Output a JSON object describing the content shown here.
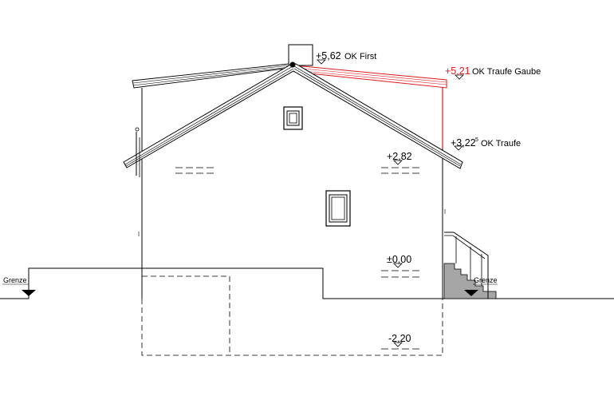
{
  "elevation_labels": {
    "ridge": {
      "value": "+5,62",
      "note": "OK First"
    },
    "dormer_eave": {
      "value": "+5,21",
      "note": "OK Traufe Gaube",
      "color": "#e0191b"
    },
    "eave": {
      "value": "+3,22",
      "sup": "5",
      "note": "OK Traufe"
    },
    "upper_floor": {
      "value": "+2,82"
    },
    "ground_floor": {
      "value": "±0,00"
    },
    "basement": {
      "value": "-2,20"
    }
  },
  "boundary_labels": {
    "left": "Grenze",
    "right": "Grenze"
  },
  "colors": {
    "line": "#000000",
    "dormer": "#e0191b",
    "stair_fill": "#a6a6a6"
  }
}
